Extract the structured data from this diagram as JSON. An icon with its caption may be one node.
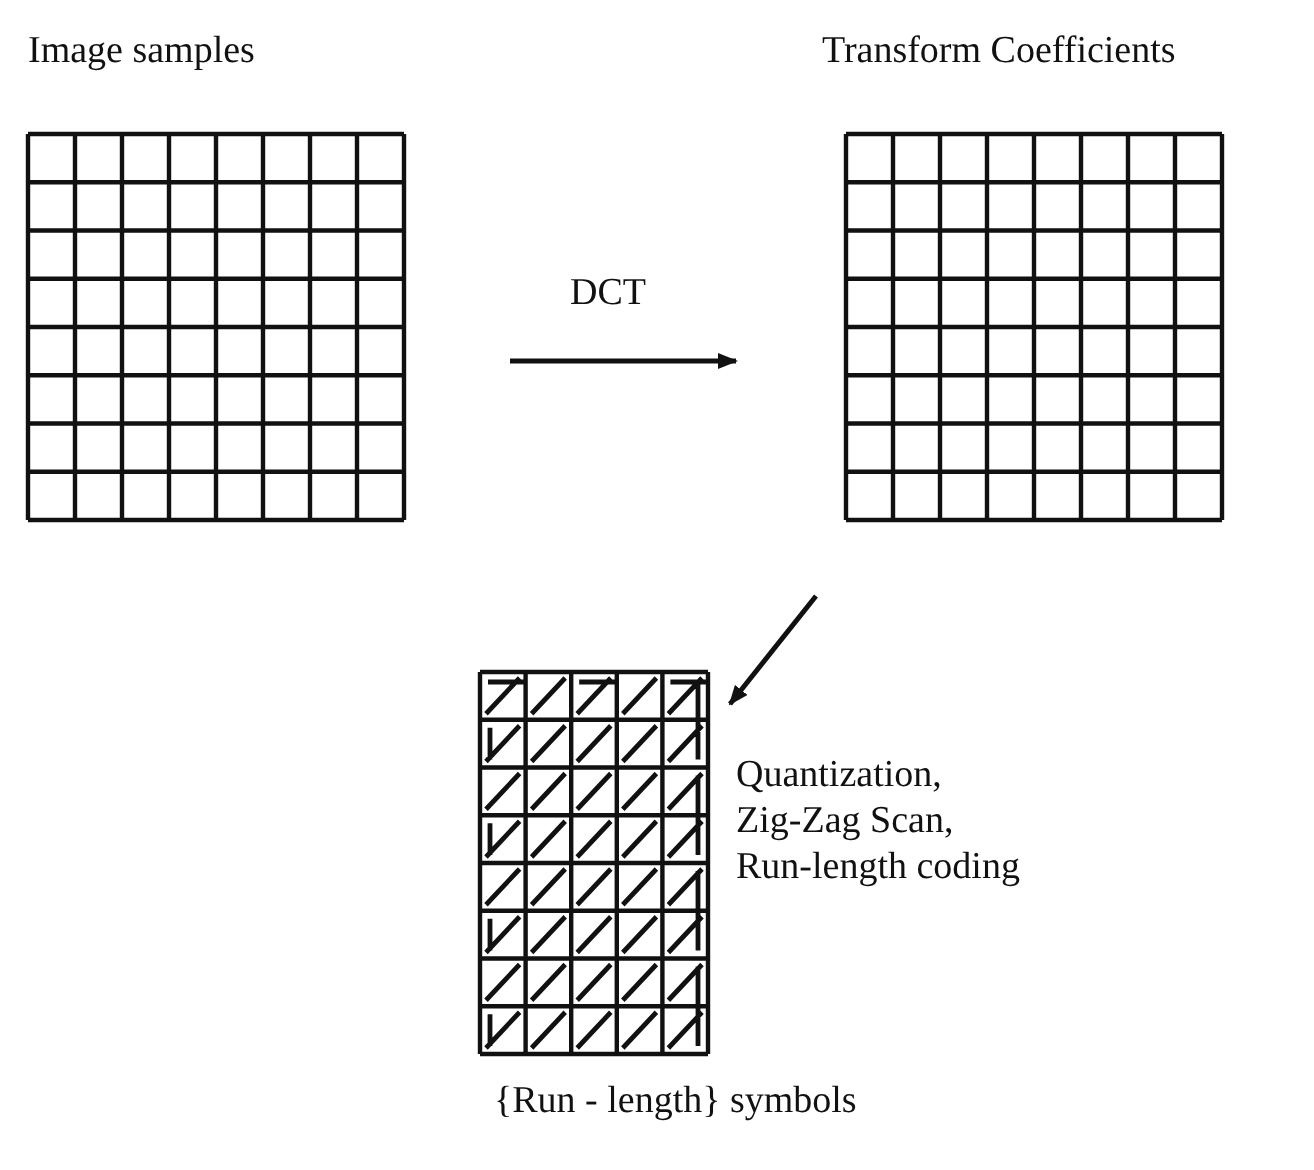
{
  "diagram": {
    "nodes": [
      {
        "text": [
          "Image samples"
        ]
      },
      {
        "text": [
          "Transform Coefficients"
        ]
      },
      {
        "text": [
          "{Run - length} symbols"
        ]
      }
    ],
    "edges": [
      {
        "from": 0,
        "to": 1,
        "arrow": "to",
        "label": "DCT"
      },
      {
        "from": 1,
        "to": 2,
        "arrow": "to",
        "label": "Quantization, Zig-Zag Scan, Run-length coding"
      }
    ]
  }
}
